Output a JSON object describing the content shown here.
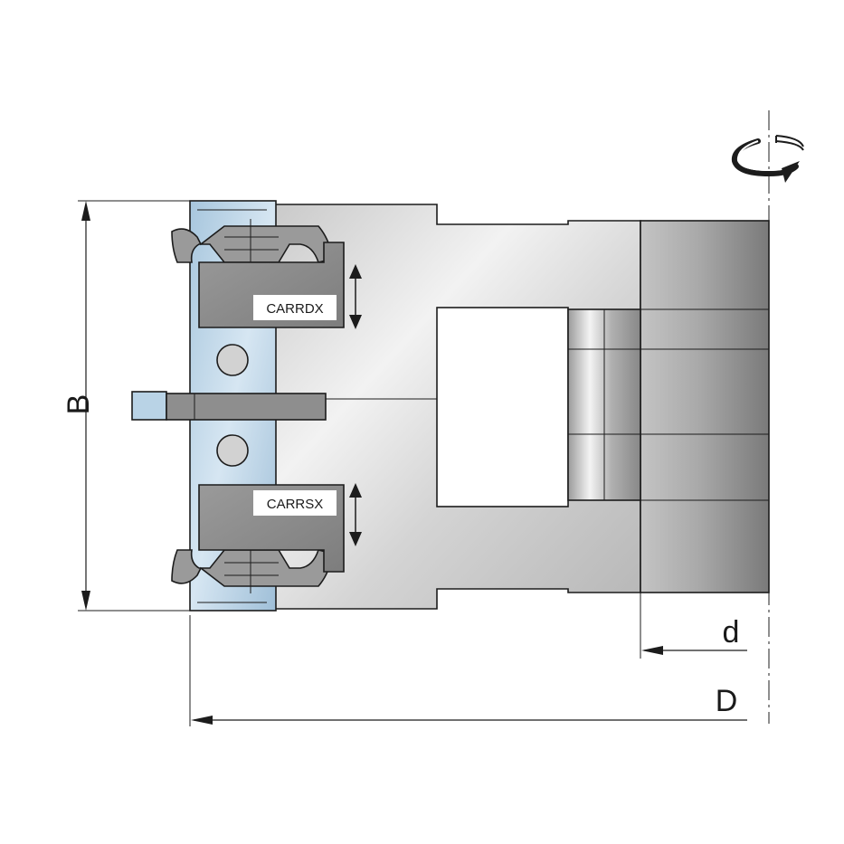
{
  "labels": {
    "upper_carrier": "CARRDX",
    "lower_carrier": "CARRSX"
  },
  "dimensions": {
    "height": "B",
    "bore": "d",
    "diameter": "D"
  },
  "icons": {
    "rotation": "rotation-direction-icon"
  },
  "colors": {
    "body_light": "#e6e6e6",
    "body_dark": "#8a8a8a",
    "blade_blue": "#b9d3e6",
    "carrier_grey": "#8c8c8c",
    "outline": "#1c1c1c"
  }
}
